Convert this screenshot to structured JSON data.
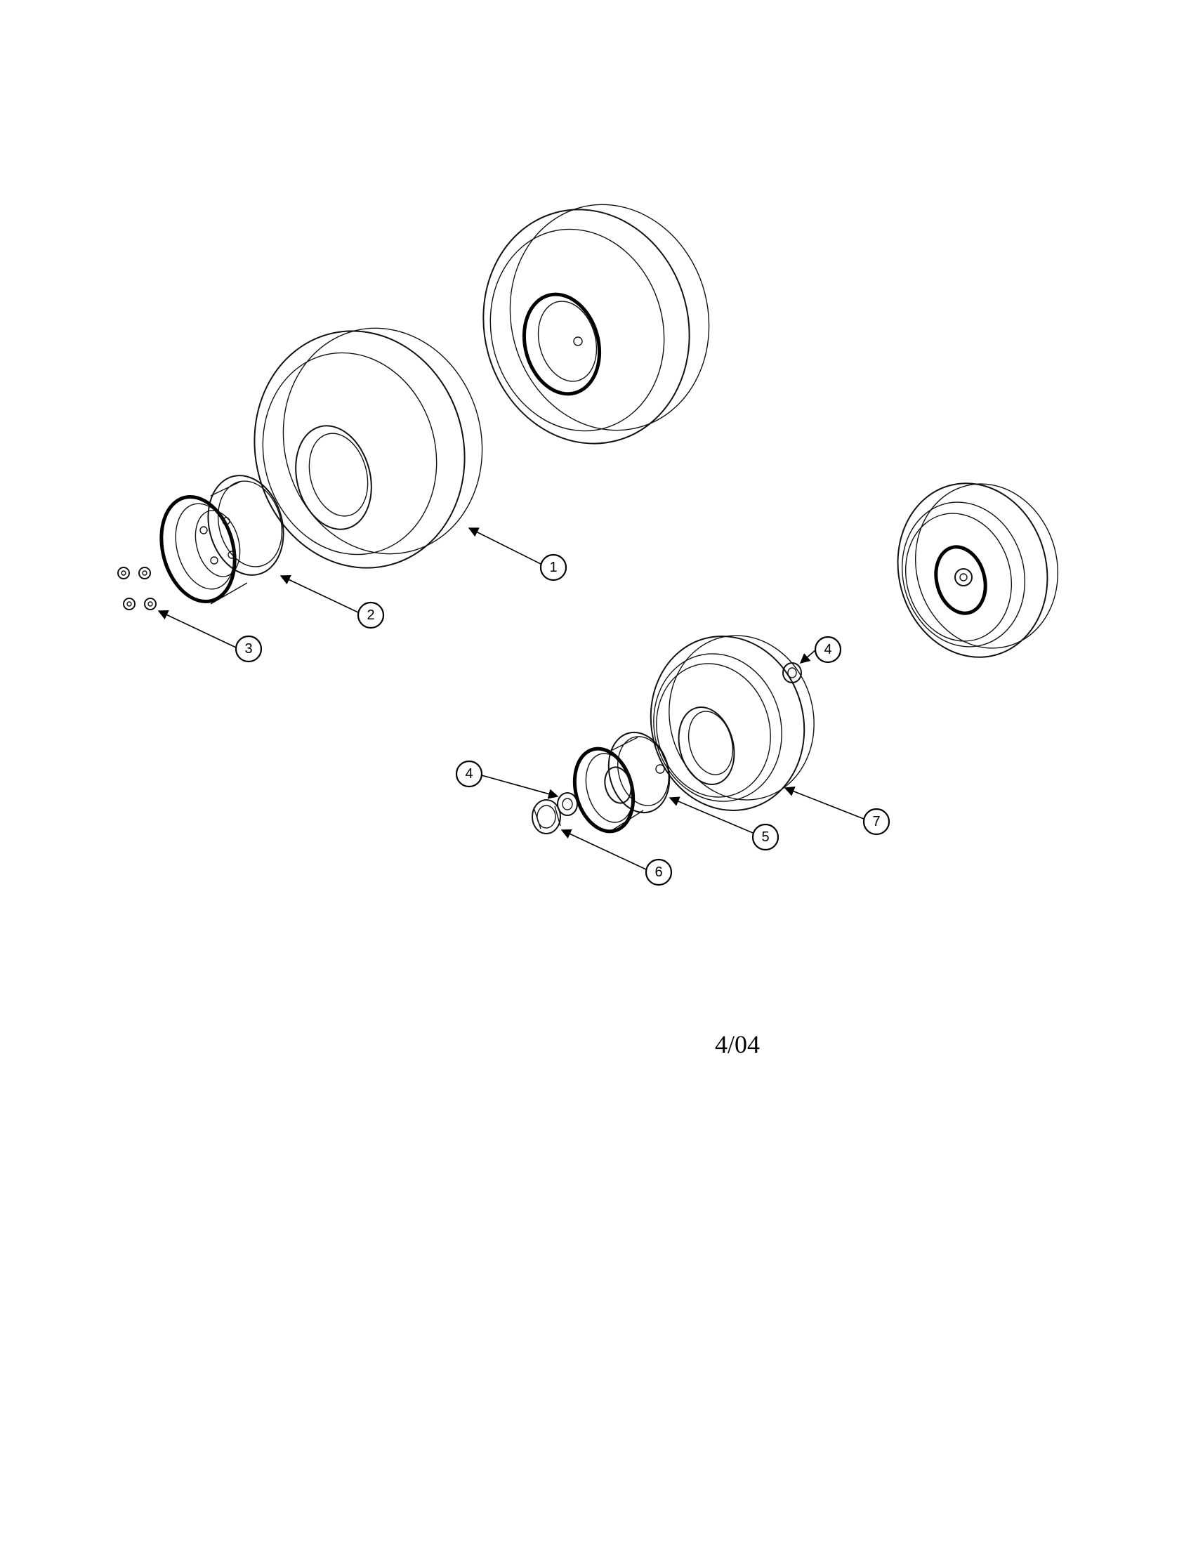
{
  "callouts": [
    {
      "id": "1",
      "label": "1"
    },
    {
      "id": "2",
      "label": "2"
    },
    {
      "id": "3",
      "label": "3"
    },
    {
      "id": "4a",
      "label": "4"
    },
    {
      "id": "4b",
      "label": "4"
    },
    {
      "id": "5",
      "label": "5"
    },
    {
      "id": "6",
      "label": "6"
    },
    {
      "id": "7",
      "label": "7"
    }
  ],
  "footer": {
    "date_code": "4/04"
  }
}
